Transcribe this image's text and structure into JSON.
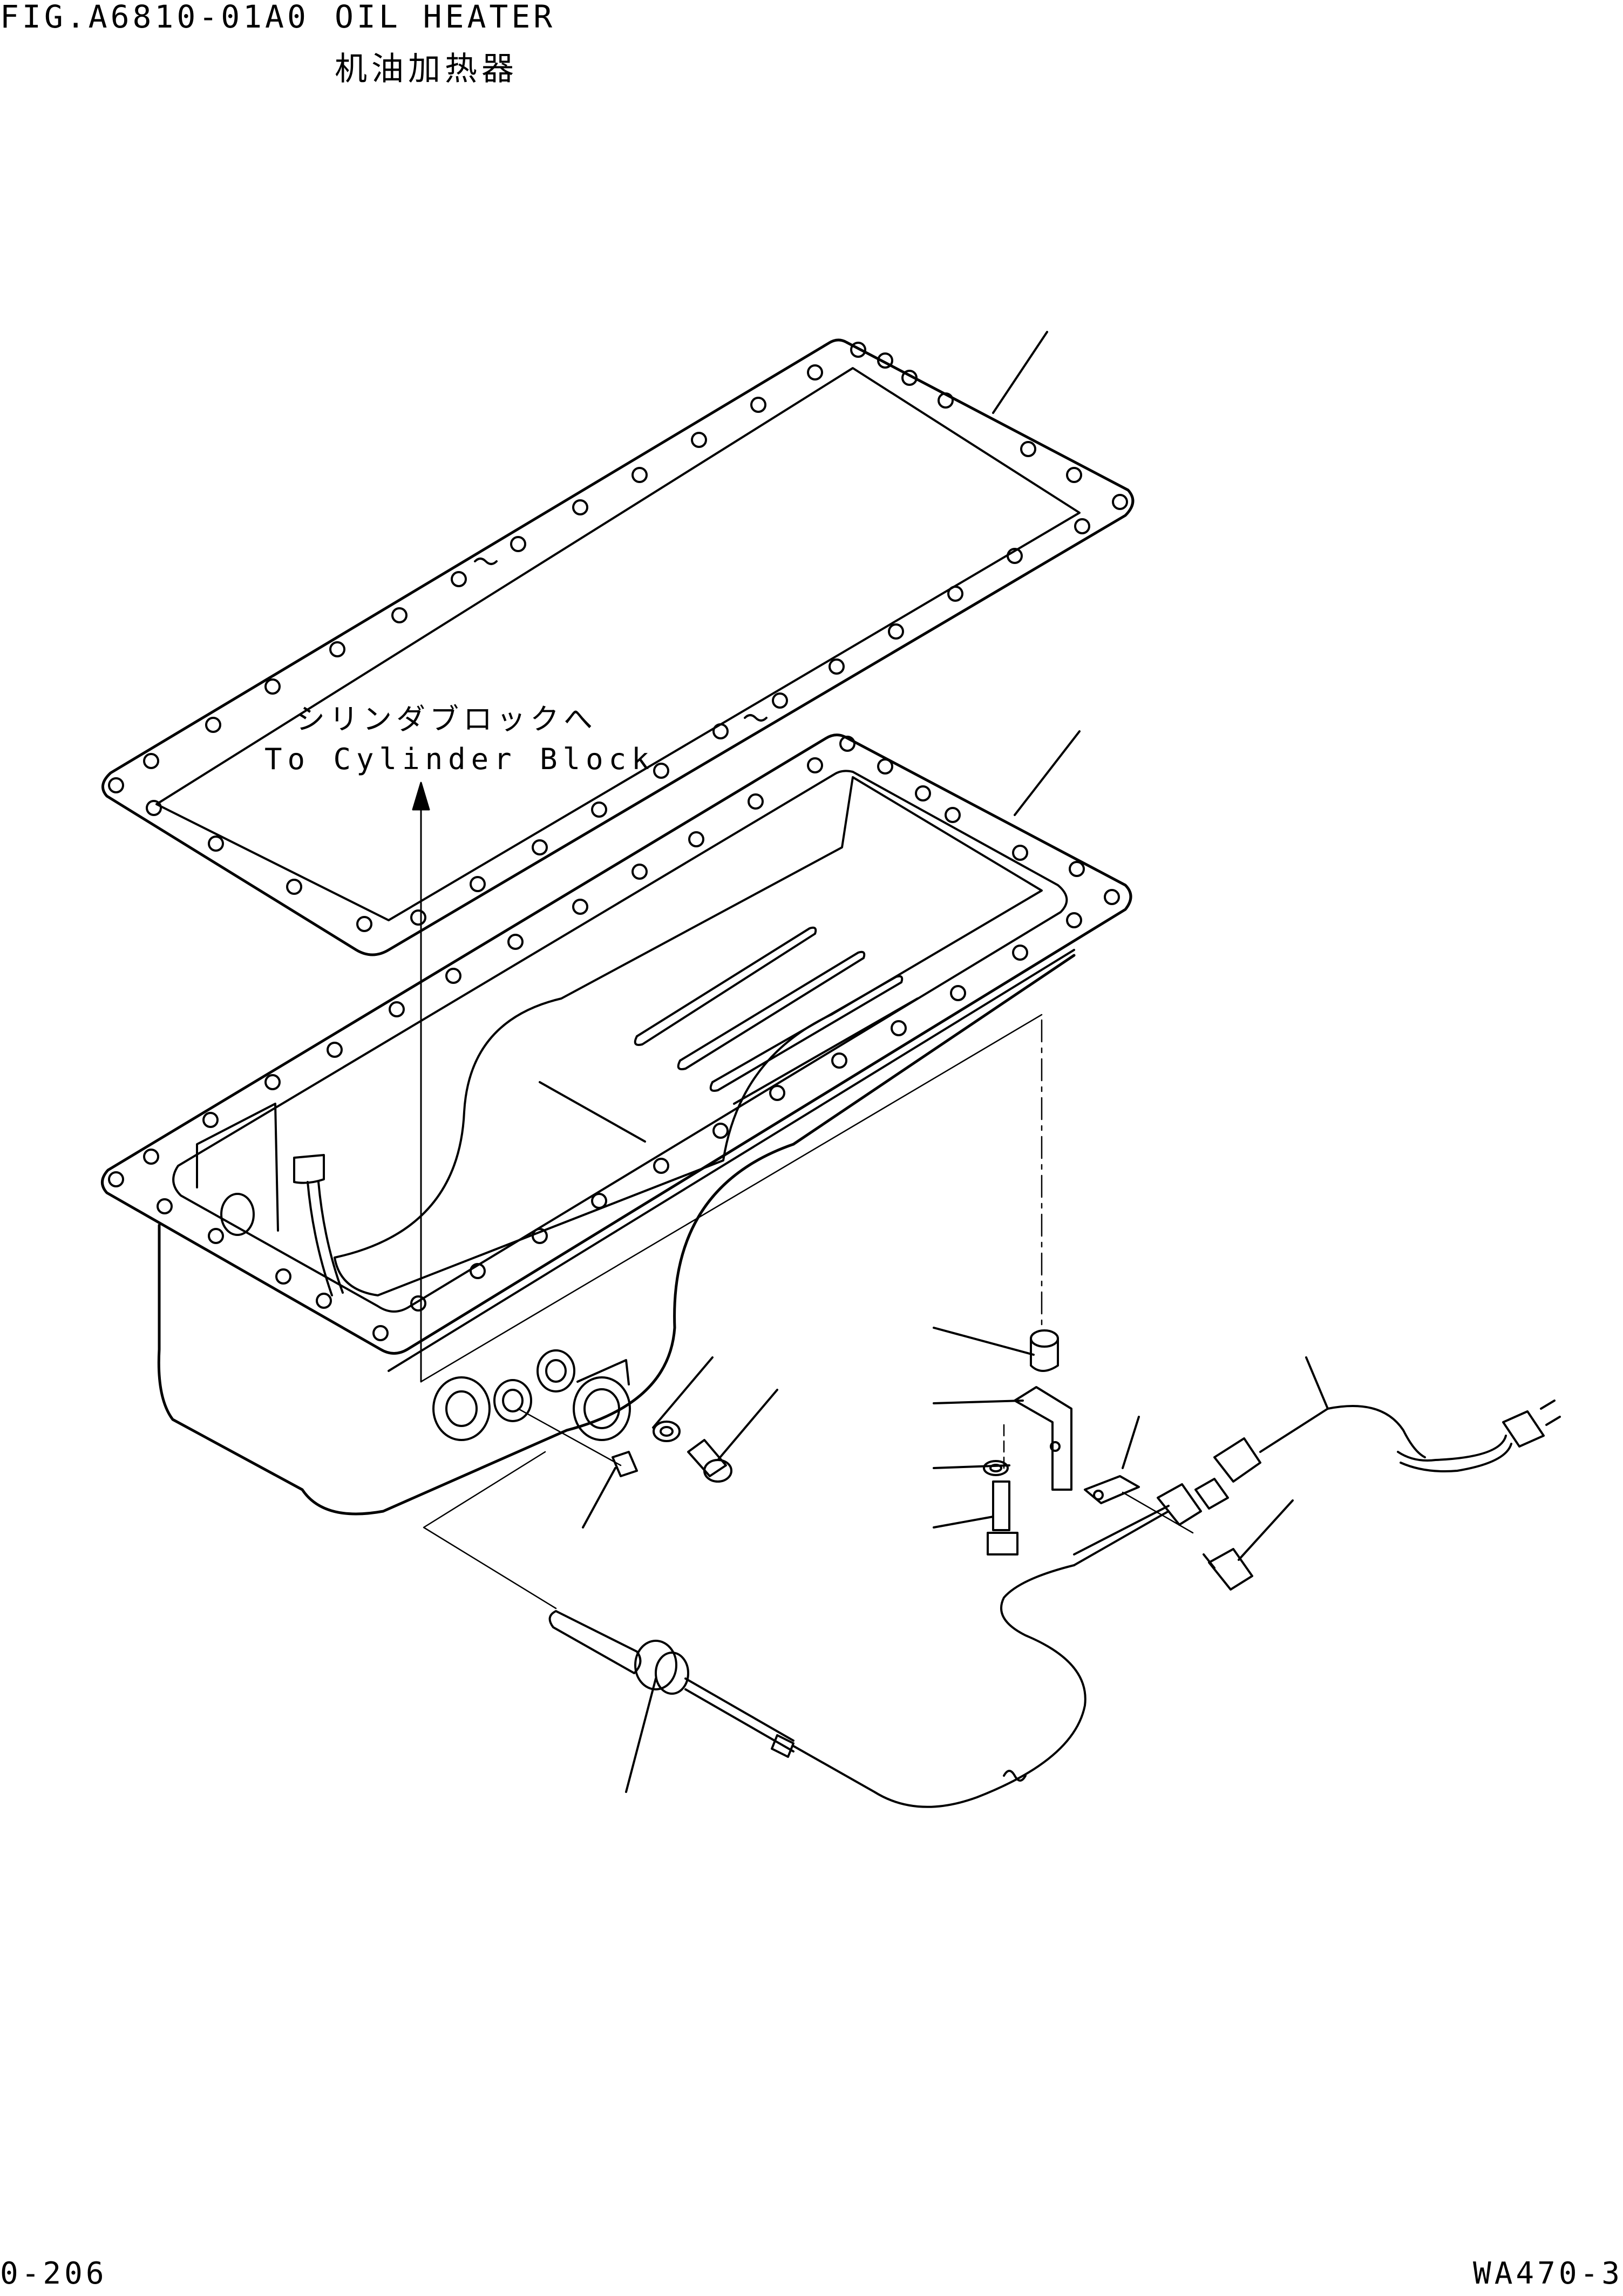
{
  "header": {
    "figure_code": "FIG.A6810-01A0",
    "title": "OIL HEATER",
    "title_cn": "机油加热器"
  },
  "note": {
    "jp": "シリンダブロックへ",
    "en": "To Cylinder Block"
  },
  "footer": {
    "page": "0-206",
    "model": "WA470-3"
  },
  "colors": {
    "line": "#000000",
    "background": "#ffffff"
  }
}
